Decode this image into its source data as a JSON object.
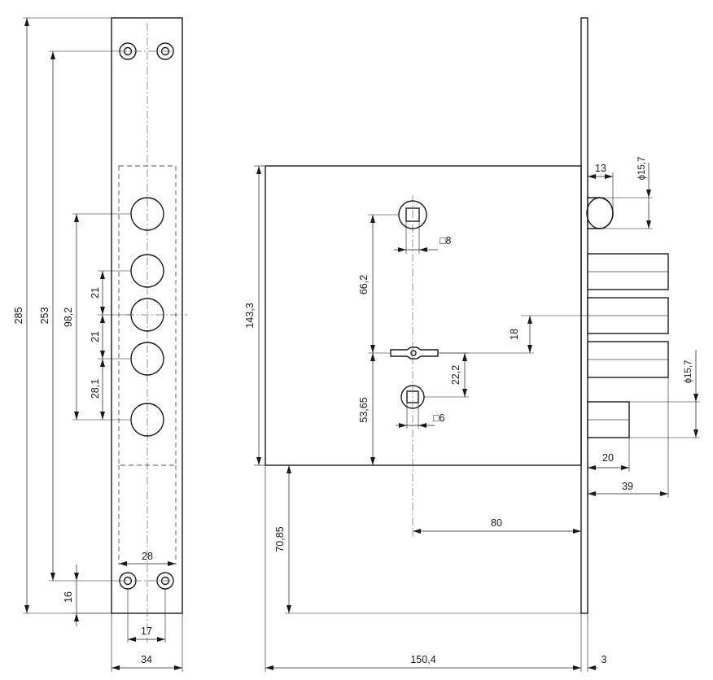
{
  "strip": {
    "dimensions": {
      "total_height": "285",
      "hole_spacing": "253",
      "bolt_span": "98,2",
      "pitch_upper": "21",
      "pitch_lower": "21",
      "pitch_bottom": "28,1",
      "bottom_offset": "16",
      "hole_width": "28",
      "axis_offset": "17",
      "strip_width": "34"
    }
  },
  "lock": {
    "dimensions": {
      "body_height": "143,3",
      "spindle_to_key": "66,2",
      "key_to_lower": "53,65",
      "square_upper": "□8",
      "square_lower": "□6",
      "key_to_bolt": "22,2",
      "bolt_pitch": "18",
      "bolt_throw": "20",
      "bolt_length": "39",
      "backset": "80",
      "lower_offset": "70,85",
      "body_depth": "150,4",
      "faceplate_thickness": "3",
      "latch_offset": "13",
      "latch_diameter": "ϕ15,7",
      "bolt_diameter": "ϕ15,7"
    }
  }
}
